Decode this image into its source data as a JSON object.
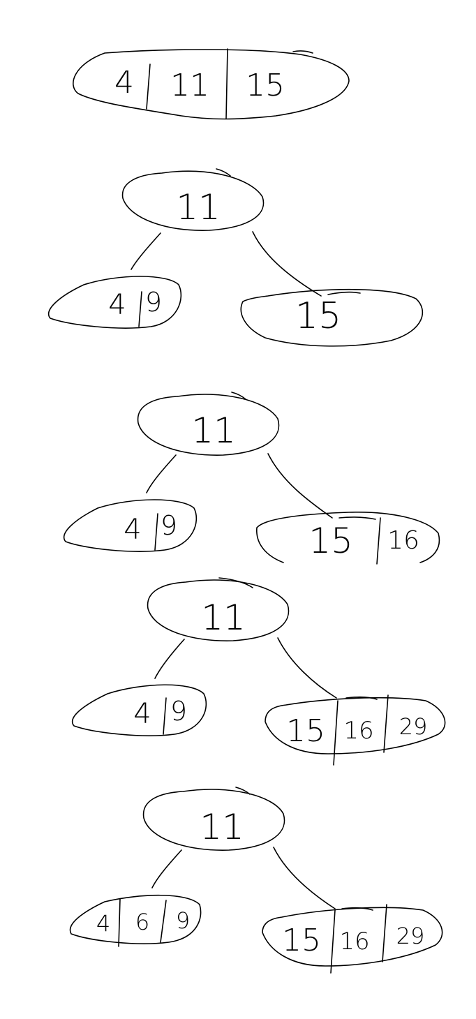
{
  "ink_color": "#000000",
  "background_color": "#ffffff",
  "stages": [
    {
      "root": [
        "4",
        "11",
        "15"
      ],
      "children": []
    },
    {
      "root": [
        "11"
      ],
      "children": [
        [
          "4",
          "9"
        ],
        [
          "15"
        ]
      ]
    },
    {
      "root": [
        "11"
      ],
      "children": [
        [
          "4",
          "9"
        ],
        [
          "15",
          "16"
        ]
      ]
    },
    {
      "root": [
        "11"
      ],
      "children": [
        [
          "4",
          "9"
        ],
        [
          "15",
          "16",
          "29"
        ]
      ]
    },
    {
      "root": [
        "11"
      ],
      "children": [
        [
          "4",
          "6",
          "9"
        ],
        [
          "15",
          "16",
          "29"
        ]
      ]
    }
  ]
}
